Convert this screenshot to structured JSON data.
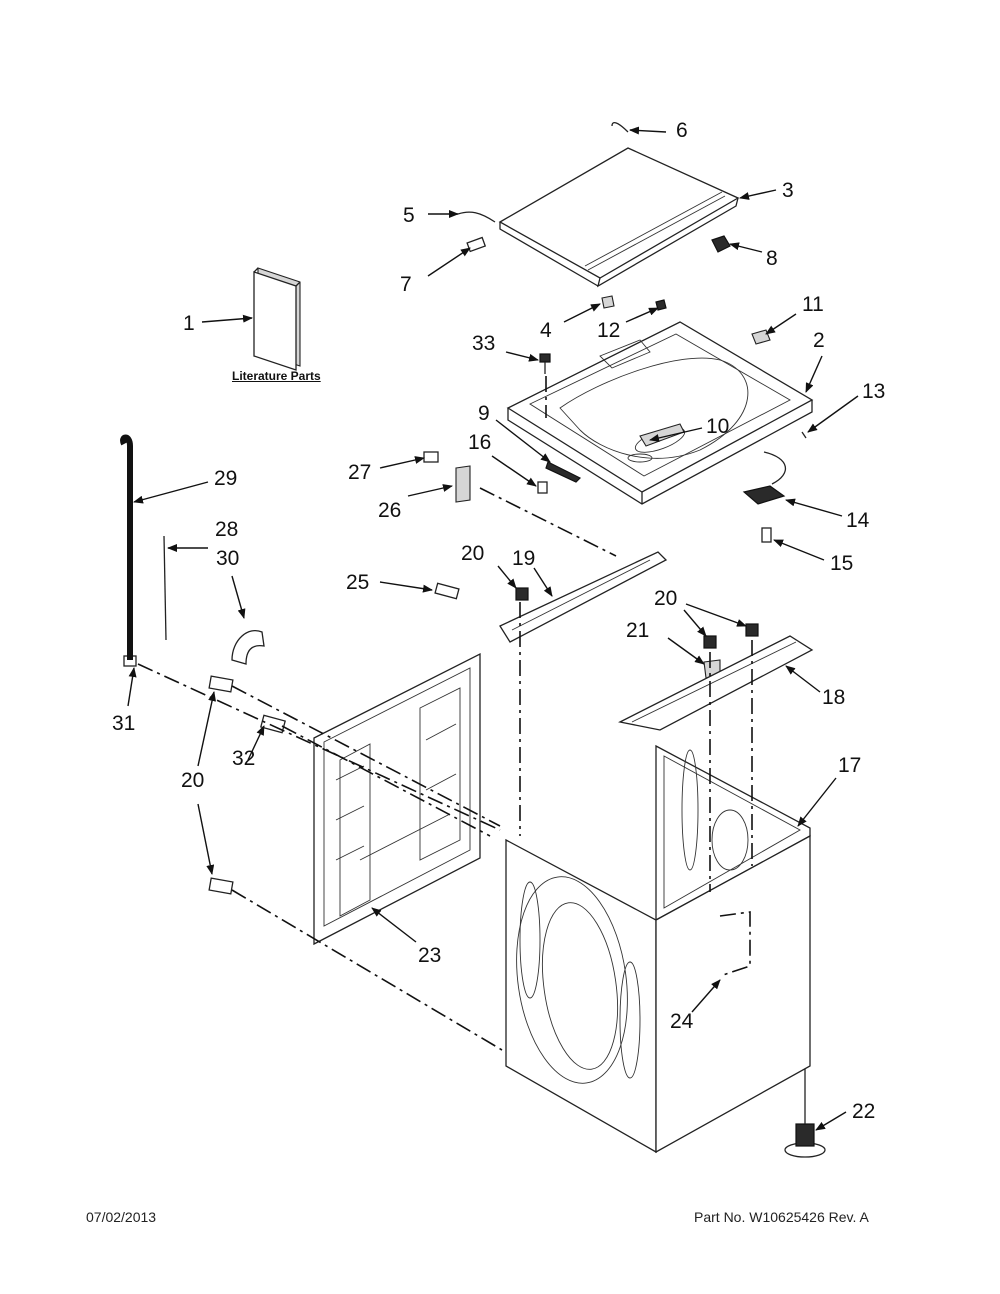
{
  "callouts": [
    {
      "id": "c1",
      "text": "1"
    },
    {
      "id": "c2",
      "text": "2"
    },
    {
      "id": "c3",
      "text": "3"
    },
    {
      "id": "c4",
      "text": "4"
    },
    {
      "id": "c5",
      "text": "5"
    },
    {
      "id": "c6",
      "text": "6"
    },
    {
      "id": "c7",
      "text": "7"
    },
    {
      "id": "c8",
      "text": "8"
    },
    {
      "id": "c9",
      "text": "9"
    },
    {
      "id": "c10",
      "text": "10"
    },
    {
      "id": "c11",
      "text": "11"
    },
    {
      "id": "c12",
      "text": "12"
    },
    {
      "id": "c13",
      "text": "13"
    },
    {
      "id": "c14",
      "text": "14"
    },
    {
      "id": "c15",
      "text": "15"
    },
    {
      "id": "c16",
      "text": "16"
    },
    {
      "id": "c17",
      "text": "17"
    },
    {
      "id": "c18",
      "text": "18"
    },
    {
      "id": "c19",
      "text": "19"
    },
    {
      "id": "c20a",
      "text": "20"
    },
    {
      "id": "c20b",
      "text": "20"
    },
    {
      "id": "c20c",
      "text": "20"
    },
    {
      "id": "c21",
      "text": "21"
    },
    {
      "id": "c22",
      "text": "22"
    },
    {
      "id": "c23",
      "text": "23"
    },
    {
      "id": "c24",
      "text": "24"
    },
    {
      "id": "c25",
      "text": "25"
    },
    {
      "id": "c26",
      "text": "26"
    },
    {
      "id": "c27",
      "text": "27"
    },
    {
      "id": "c28",
      "text": "28"
    },
    {
      "id": "c29",
      "text": "29"
    },
    {
      "id": "c30",
      "text": "30"
    },
    {
      "id": "c31",
      "text": "31"
    },
    {
      "id": "c32",
      "text": "32"
    },
    {
      "id": "c33",
      "text": "33"
    }
  ],
  "literature_label": "Literature Parts",
  "footer": {
    "date": "07/02/2013",
    "part_number": "Part No.  W10625426   Rev.  A"
  }
}
